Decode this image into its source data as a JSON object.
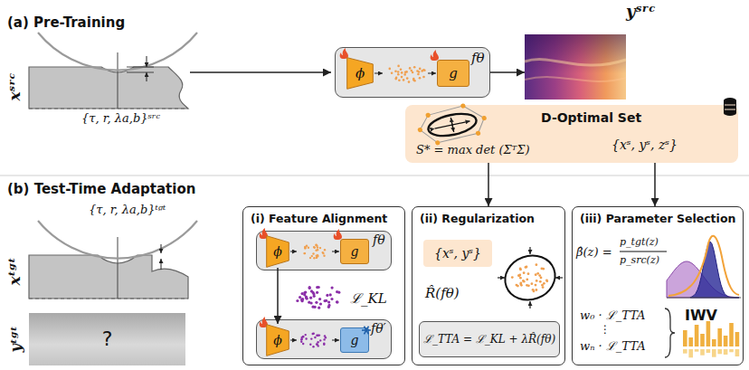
{
  "diagram": {
    "nodes": [
      {
        "text": [
          "fθ"
        ]
      },
      {
        "text": [
          "ϕ"
        ],
        "in": 0
      },
      {
        "text": [
          "g"
        ],
        "in": 0
      },
      {
        "text": [
          "yˢʳᶜ"
        ]
      },
      {
        "text": [
          "D-Optimal Set",
          "S* = max det (ΣᵀΣ)",
          "{xˢ, yˢ, zˢ}"
        ]
      },
      {
        "text": [
          "yᵗᵍᵗ",
          "?"
        ]
      },
      {
        "text": [
          "(i) Feature Alignment",
          "ℒ_KL"
        ]
      },
      {
        "text": [
          "fθ"
        ],
        "in": 6
      },
      {
        "text": [
          "ϕ"
        ],
        "in": 7
      },
      {
        "text": [
          "g"
        ],
        "in": 7
      },
      {
        "text": [
          "fθ′"
        ],
        "in": 6
      },
      {
        "text": [
          "ϕ"
        ],
        "in": 10
      },
      {
        "text": [
          "g"
        ],
        "in": 10
      },
      {
        "text": [
          "(ii) Regularization",
          "R̂(fθ)"
        ]
      },
      {
        "text": [
          "{xˢ, yˢ}"
        ],
        "in": 13
      },
      {
        "text": [
          "ℒ_TTA = ℒ_KL + λR̂(fθ)"
        ],
        "in": 13
      },
      {
        "text": [
          "(iii) Parameter Selection",
          "β̂(z) =",
          "p_tgt(z)",
          "p_src(z)",
          "w₀ · ℒ_TTA",
          "⋮",
          "wₙ · ℒ_TTA",
          "IWV"
        ]
      }
    ],
    "edges": [
      {
        "from": 0,
        "to": 3,
        "arrow": "to"
      },
      {
        "from": 8,
        "to": 11,
        "arrow": "to"
      },
      {
        "from": 4,
        "to": 13,
        "arrow": "to"
      },
      {
        "from": 4,
        "to": 16,
        "arrow": "to"
      }
    ],
    "labels": [
      "(a) Pre-Training",
      "xˢʳᶜ",
      "{τ, r, λa,b}ˢʳᶜ",
      "(b) Test-Time Adaptation",
      "{τ, r, λa,b}ᵗᵍᵗ",
      "xᵗᵍᵗ"
    ]
  }
}
